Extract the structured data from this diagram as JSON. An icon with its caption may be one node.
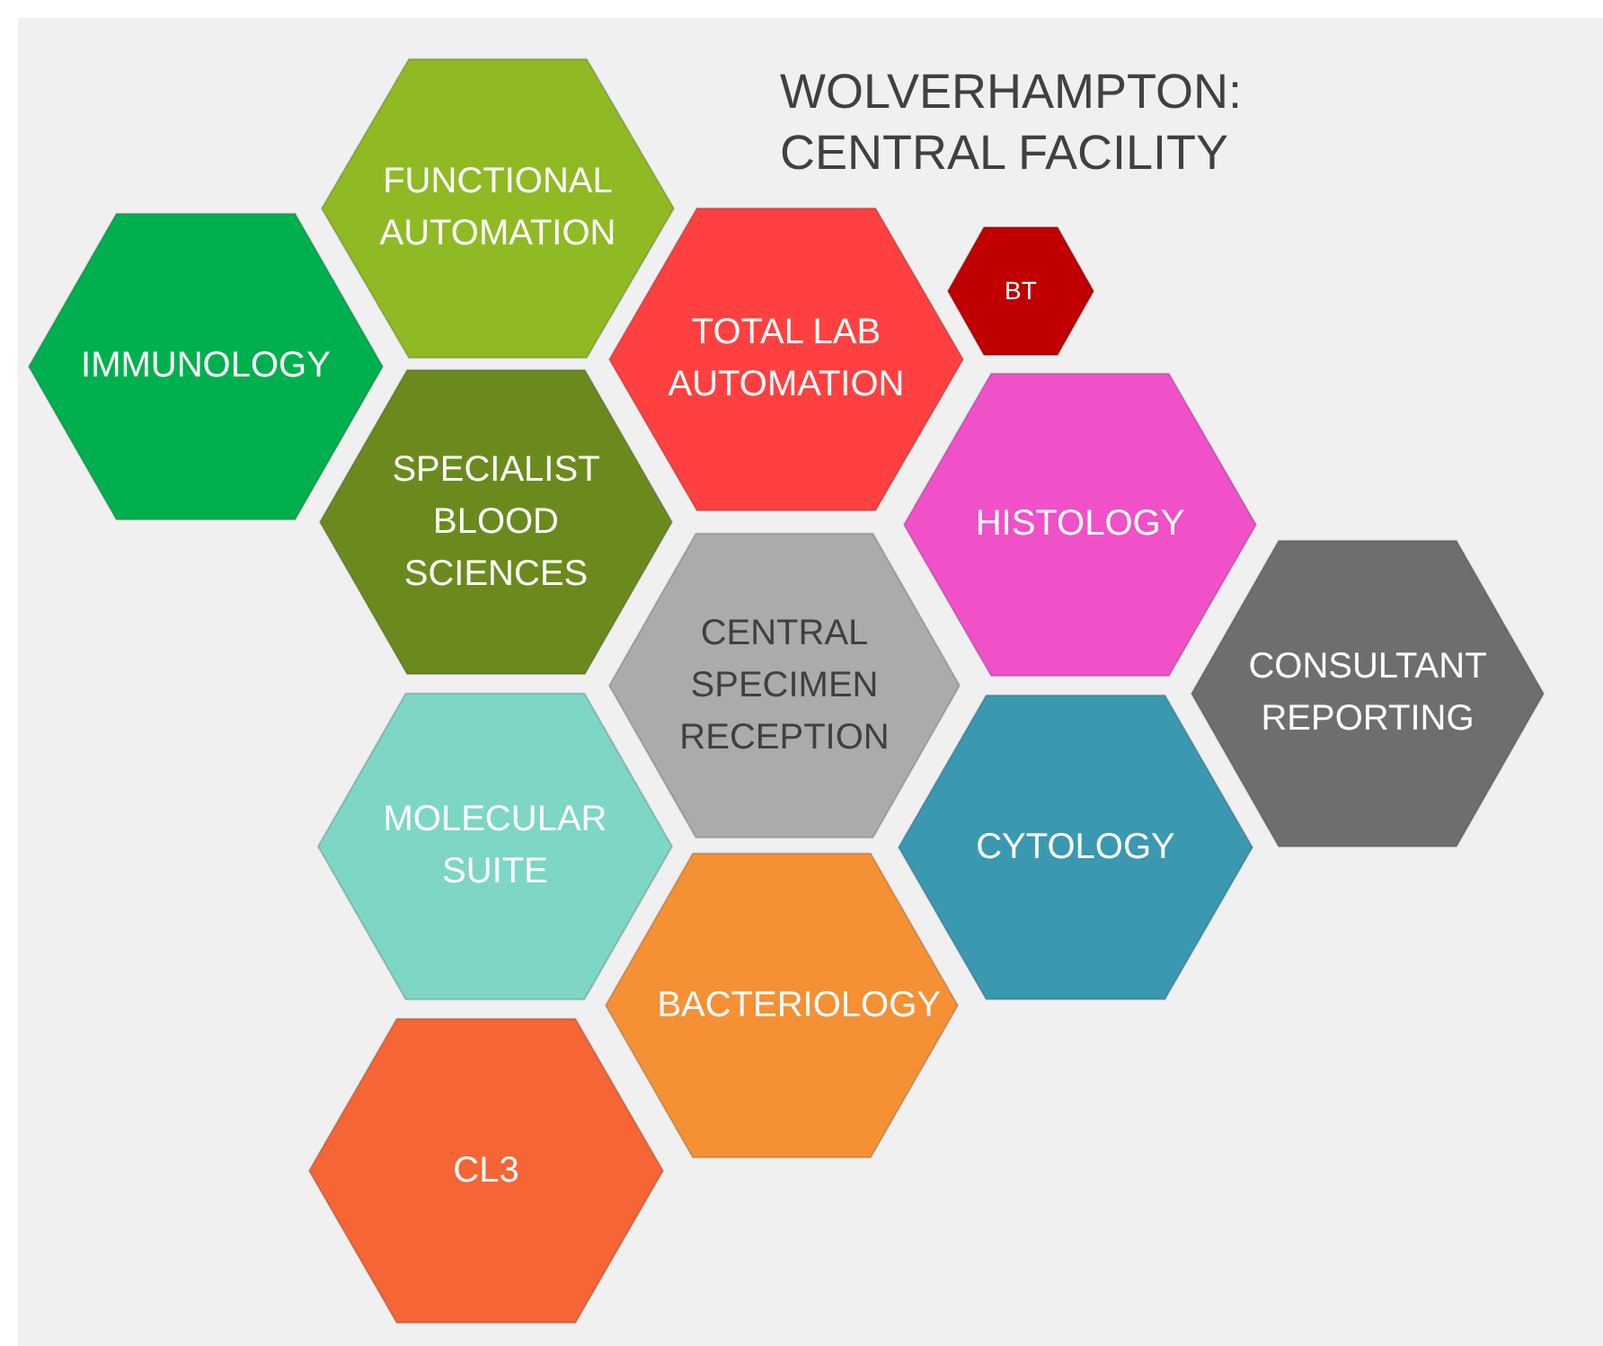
{
  "diagram": {
    "title": "WOLVERHAMPTON: CENTRAL FACILITY",
    "nodes": [
      {
        "text": [
          "FUNCTIONAL AUTOMATION"
        ]
      },
      {
        "text": [
          "IMMUNOLOGY"
        ]
      },
      {
        "text": [
          "TOTAL LAB AUTOMATION"
        ]
      },
      {
        "text": [
          "BT"
        ]
      },
      {
        "text": [
          "SPECIALIST BLOOD SCIENCES"
        ]
      },
      {
        "text": [
          "HISTOLOGY"
        ]
      },
      {
        "text": [
          "CENTRAL SPECIMEN RECEPTION"
        ]
      },
      {
        "text": [
          "CONSULTANT REPORTING"
        ]
      },
      {
        "text": [
          "MOLECULAR SUITE"
        ]
      },
      {
        "text": [
          "CYTOLOGY"
        ]
      },
      {
        "text": [
          "BACTERIOLOGY"
        ]
      },
      {
        "text": [
          "CL3"
        ]
      }
    ],
    "edges": []
  }
}
